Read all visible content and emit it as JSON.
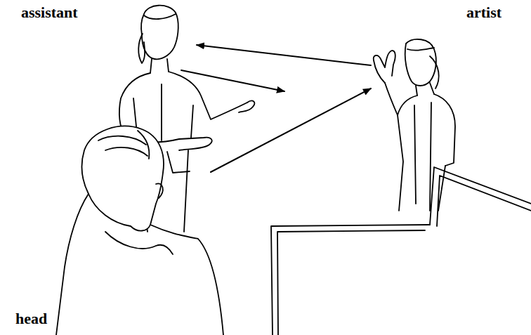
{
  "diagram": {
    "labels": [
      "assistant",
      "artist",
      "head"
    ]
  }
}
